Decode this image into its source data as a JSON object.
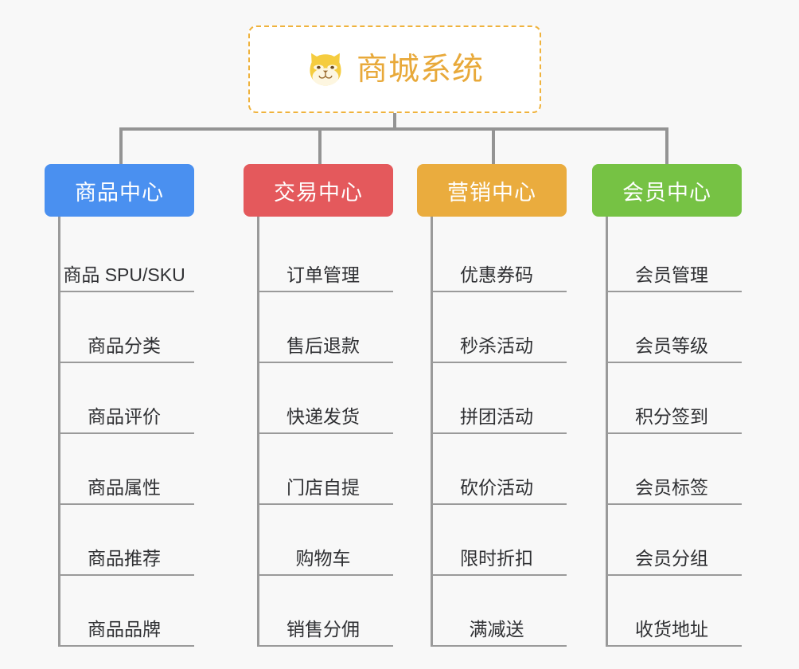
{
  "root": {
    "title": "商城系统",
    "logo_icon": "shiba-dog-face-icon",
    "border_color": "#efb23c",
    "title_color": "#e8a93a",
    "background": "#ffffff"
  },
  "canvas": {
    "background": "#f8f8f8",
    "connector_color": "#949494"
  },
  "columns": [
    {
      "category": "商品中心",
      "color": "#4a90f0",
      "items": [
        "商品 SPU/SKU",
        "商品分类",
        "商品评价",
        "商品属性",
        "商品推荐",
        "商品品牌"
      ]
    },
    {
      "category": "交易中心",
      "color": "#e4595c",
      "items": [
        "订单管理",
        "售后退款",
        "快递发货",
        "门店自提",
        "购物车",
        "销售分佣"
      ]
    },
    {
      "category": "营销中心",
      "color": "#eaac3e",
      "items": [
        "优惠券码",
        "秒杀活动",
        "拼团活动",
        "砍价活动",
        "限时折扣",
        "满减送"
      ]
    },
    {
      "category": "会员中心",
      "color": "#76c244",
      "items": [
        "会员管理",
        "会员等级",
        "积分签到",
        "会员标签",
        "会员分组",
        "收货地址"
      ]
    }
  ]
}
